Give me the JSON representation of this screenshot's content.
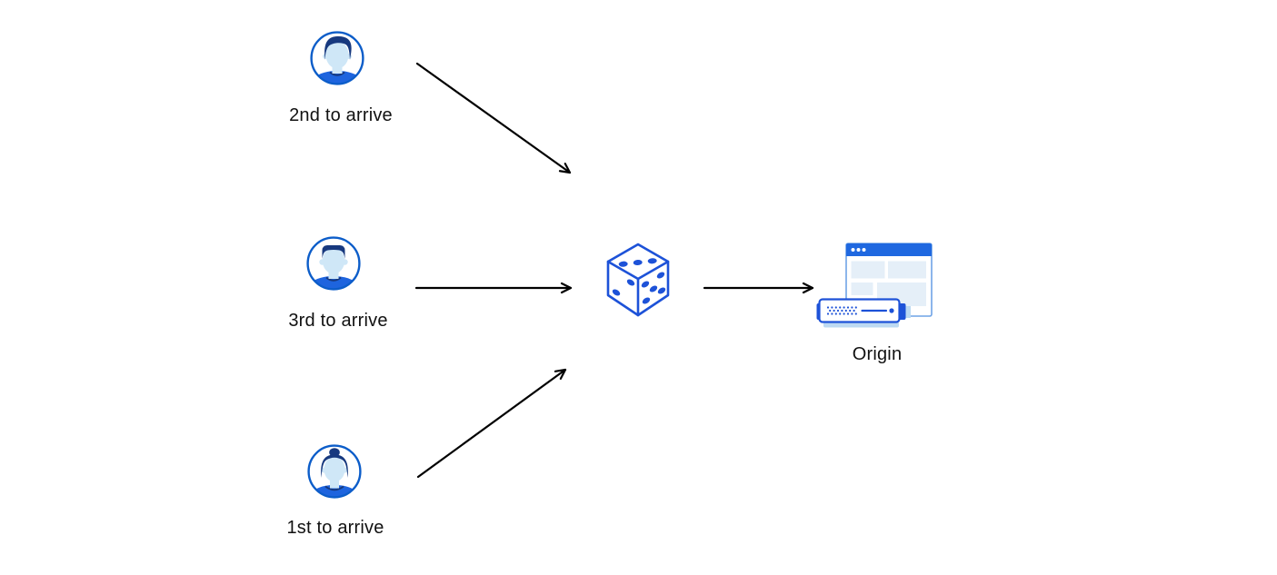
{
  "diagram": {
    "nodes": {
      "user_second": {
        "label": "2nd to arrive",
        "icon": "male-avatar"
      },
      "user_third": {
        "label": "3rd to arrive",
        "icon": "male-short-hair-avatar"
      },
      "user_first": {
        "label": "1st to arrive",
        "icon": "female-avatar"
      },
      "randomizer": {
        "label": "",
        "icon": "dice-icon"
      },
      "origin": {
        "label": "Origin",
        "icon": "origin-server-icon"
      }
    },
    "edges": [
      {
        "from": "user_second",
        "to": "randomizer"
      },
      {
        "from": "user_third",
        "to": "randomizer"
      },
      {
        "from": "user_first",
        "to": "randomizer"
      },
      {
        "from": "randomizer",
        "to": "origin"
      }
    ],
    "colors": {
      "accent_blue": "#1d52d8",
      "avatar_ring_blue": "#0c5dc9",
      "hair_navy": "#17397f",
      "skin_light_blue": "#cfe7f7",
      "shirt_blue": "#1e64de",
      "browser_titlebar_blue": "#1f68e0",
      "browser_border_blue": "#6fa3e6",
      "panel_light_blue": "#e5eff8",
      "shadow_light_blue": "#bcd9f2",
      "arrow_black": "#000000",
      "background": "#ffffff",
      "label_text": "#111111"
    }
  }
}
